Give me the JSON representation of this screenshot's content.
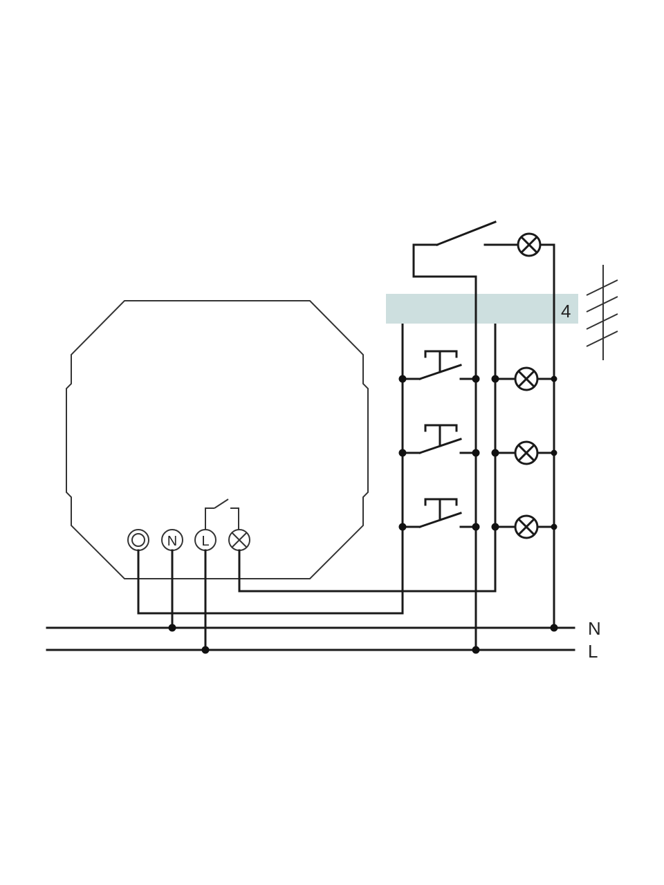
{
  "terminals": {
    "input_label": "",
    "neutral_label": "N",
    "line_label": "L",
    "lamp_output_label": ""
  },
  "cable_band": {
    "label": "4",
    "fill": "#cddfdf"
  },
  "supply": {
    "neutral_label": "N",
    "line_label": "L"
  },
  "colors": {
    "line": "#1a1a1a",
    "device_outline": "#444444",
    "background": "#ffffff"
  }
}
